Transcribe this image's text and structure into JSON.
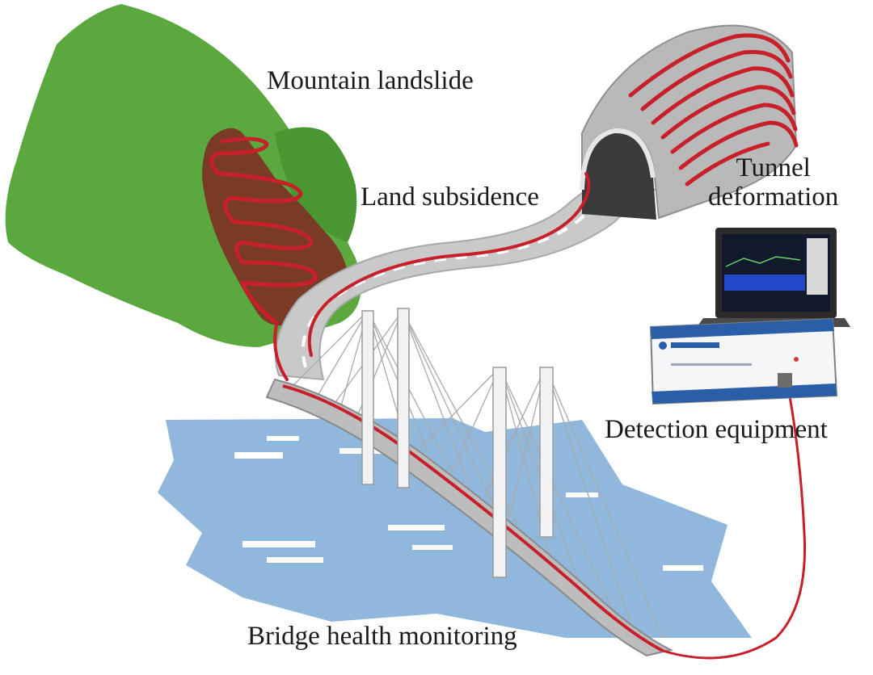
{
  "labels": {
    "mountain_landslide": "Mountain landslide",
    "land_subsidence": "Land subsidence",
    "tunnel_line1": "Tunnel",
    "tunnel_line2": "deformation",
    "detection_equipment": "Detection equipment",
    "bridge_health_monitoring": "Bridge health monitoring"
  },
  "colors": {
    "mountain": "#5aa83e",
    "mountain_shadow": "#4a9632",
    "landslide": "#7a3b26",
    "fiber": "#c8202a",
    "water": "#8fb8dc",
    "road": "#c9c9c9",
    "tunnel": "#b9b9b9",
    "device_blue": "#2a5fa8"
  }
}
